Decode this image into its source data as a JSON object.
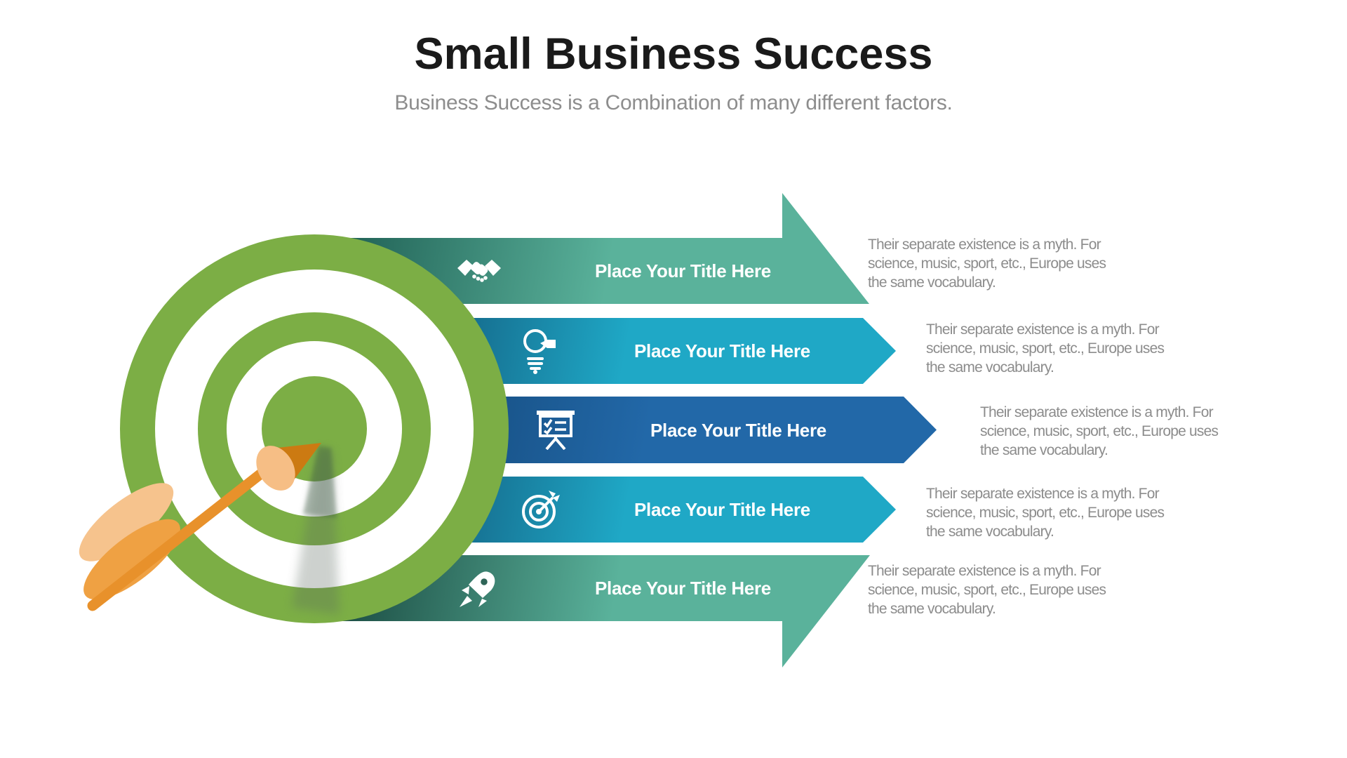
{
  "header": {
    "title": "Small Business Success",
    "subtitle": "Business Success is a Combination of many different factors."
  },
  "rows": [
    {
      "icon": "handshake-icon",
      "title": "Place Your Title Here",
      "desc": [
        "Their separate existence is a myth. For",
        "science, music, sport, etc., Europe uses",
        "the same vocabulary."
      ],
      "color_main": "#5AB29B",
      "color_dark": "#1C5B50"
    },
    {
      "icon": "lightbulb-icon",
      "title": "Place Your Title Here",
      "desc": [
        "Their separate existence is a myth. For",
        "science, music, sport, etc., Europe uses",
        "the same vocabulary."
      ],
      "color_main": "#1FA8C6",
      "color_dark": "#0E3F63"
    },
    {
      "icon": "presentation-board-icon",
      "title": "Place Your Title Here",
      "desc": [
        "Their separate existence is a myth. For",
        "science, music, sport, etc., Europe uses",
        "the same vocabulary."
      ],
      "color_main": "#2268A8",
      "color_dark": "#10416D"
    },
    {
      "icon": "dart-target-icon",
      "title": "Place Your Title Here",
      "desc": [
        "Their separate existence is a myth. For",
        "science, music, sport, etc., Europe uses",
        "the same vocabulary."
      ],
      "color_main": "#1FA8C6",
      "color_dark": "#0E3F63"
    },
    {
      "icon": "rocket-icon",
      "title": "Place Your Title Here",
      "desc": [
        "Their separate existence is a myth. For",
        "science, music, sport, etc., Europe uses",
        "the same vocabulary."
      ],
      "color_main": "#5AB29B",
      "color_dark": "#18473E"
    }
  ],
  "target_graphic": {
    "ring_green": "#7CAE45",
    "ring_white": "#FFFFFF",
    "arrow_shaft_orange": "#E8912B",
    "arrow_cone_dark": "#CC7A12",
    "arrow_cone_base": "#F6BE85",
    "fletching_light": "#F6C38D",
    "fletching_orange": "#EFA143"
  }
}
